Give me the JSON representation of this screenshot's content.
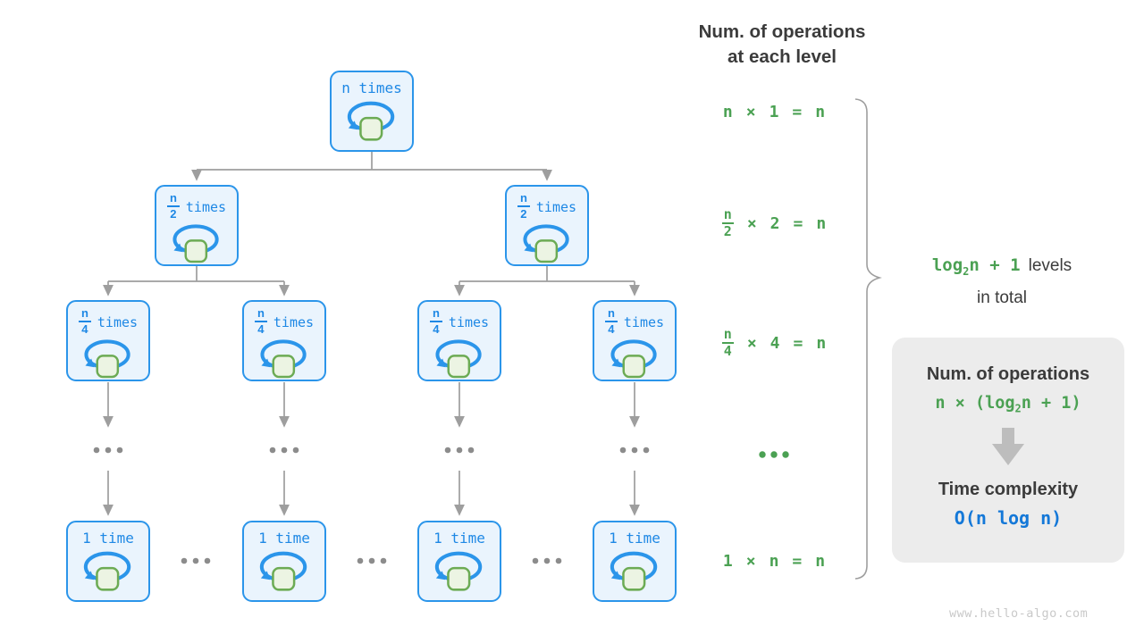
{
  "colors": {
    "node_border_blue": "#2b95ea",
    "node_fill_blue": "#eaf4fd",
    "node_text_blue": "#1e88e5",
    "equation_green": "#4ba153",
    "loop_square_green_border": "#6cab54",
    "loop_square_green_fill": "#ecf4e3",
    "connector_gray": "#9e9e9e",
    "dark_text": "#3b3b3b",
    "panel_background": "#ececec",
    "complexity_blue": "#1478d8",
    "watermark_gray": "#c9c9c9"
  },
  "icons": {
    "loop": "loop-arrow-icon",
    "ellipsis": "ellipsis-dots-icon",
    "down_arrow": "down-block-arrow-icon",
    "brace": "curly-brace-icon"
  },
  "header": {
    "line1": "Num. of operations",
    "line2": "at each level"
  },
  "tree": {
    "root_label": "n times",
    "level2_label": {
      "numerator": "n",
      "denominator": "2",
      "suffix": "times"
    },
    "level3_label": {
      "numerator": "n",
      "denominator": "4",
      "suffix": "times"
    },
    "leaf_label": "1 time"
  },
  "equations": {
    "row1": {
      "a": "n",
      "op": "×",
      "b": "1",
      "eq": "=",
      "c": "n"
    },
    "row2": {
      "a_num": "n",
      "a_den": "2",
      "op": "×",
      "b": "2",
      "eq": "=",
      "c": "n"
    },
    "row3": {
      "a_num": "n",
      "a_den": "4",
      "op": "×",
      "b": "4",
      "eq": "=",
      "c": "n"
    },
    "row4": {
      "a": "1",
      "op": "×",
      "b": "n",
      "eq": "=",
      "c": "n"
    }
  },
  "brace_label": {
    "formula_pre": "log",
    "formula_sub": "2",
    "formula_post": "n + 1",
    "text1": "levels",
    "text2": "in total"
  },
  "panel": {
    "title": "Num. of operations",
    "formula_pre": "n × (log",
    "formula_sub": "2",
    "formula_post": "n + 1)",
    "subtitle": "Time complexity",
    "complexity": "O(n log n)"
  },
  "watermark": "www.hello-algo.com"
}
